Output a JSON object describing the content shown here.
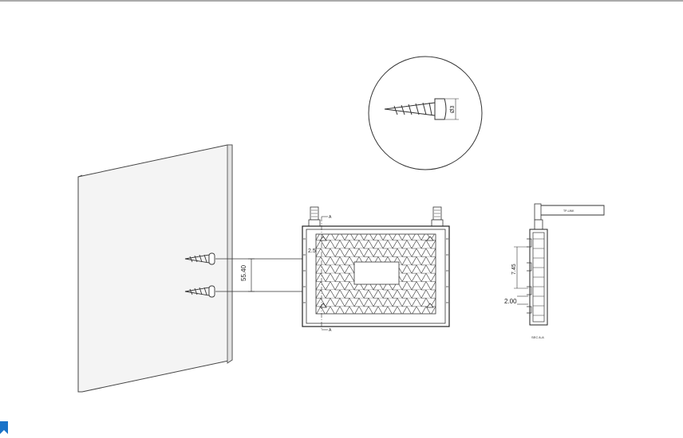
{
  "zoom_label": "Ø3",
  "front_view": {
    "label_top": "A",
    "label_bottom": "A",
    "dim_vertical": "55.40",
    "dim_small": "2.5"
  },
  "side_view": {
    "antenna_text": "TP-LINK",
    "dim_1": "7.45",
    "dim_2": "2.00",
    "caption": "SEC A-A"
  },
  "colors": {
    "line": "#333333",
    "wall_fill": "#f4f4f4",
    "accent": "#1a73c8"
  }
}
